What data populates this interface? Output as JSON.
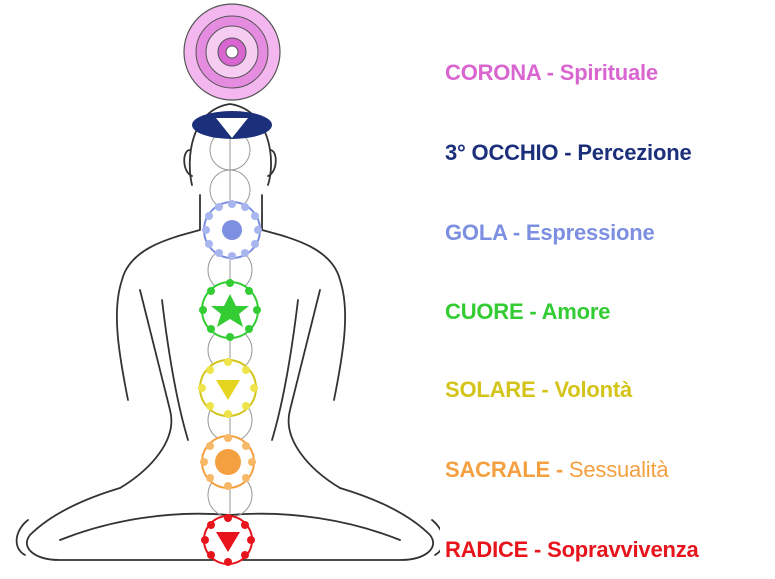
{
  "chakras": [
    {
      "id": "corona",
      "name": "CORONA",
      "separator": " - ",
      "meaning": "Spirituale",
      "color": "#d966d0"
    },
    {
      "id": "occhio",
      "name": "3° OCCHIO",
      "separator": " - ",
      "meaning": "Percezione",
      "color": "#1b2f7a"
    },
    {
      "id": "gola",
      "name": "GOLA",
      "separator": " - ",
      "meaning": "Espressione",
      "color": "#7c8fe0"
    },
    {
      "id": "cuore",
      "name": "CUORE",
      "separator": " - ",
      "meaning": "Amore",
      "color": "#33cc33"
    },
    {
      "id": "solare",
      "name": "SOLARE",
      "separator": " - ",
      "meaning": "Volontà",
      "color": "#d4c41a"
    },
    {
      "id": "sacrale",
      "name": "SACRALE",
      "separator": " - ",
      "meaning": "Sessualità",
      "color": "#f5a040"
    },
    {
      "id": "radice",
      "name": "RADICE",
      "separator": " - ",
      "meaning": "Sopravvivenza",
      "color": "#e8141c"
    }
  ],
  "figure": {
    "outline_color": "#333333",
    "spine_color": "#888888"
  }
}
